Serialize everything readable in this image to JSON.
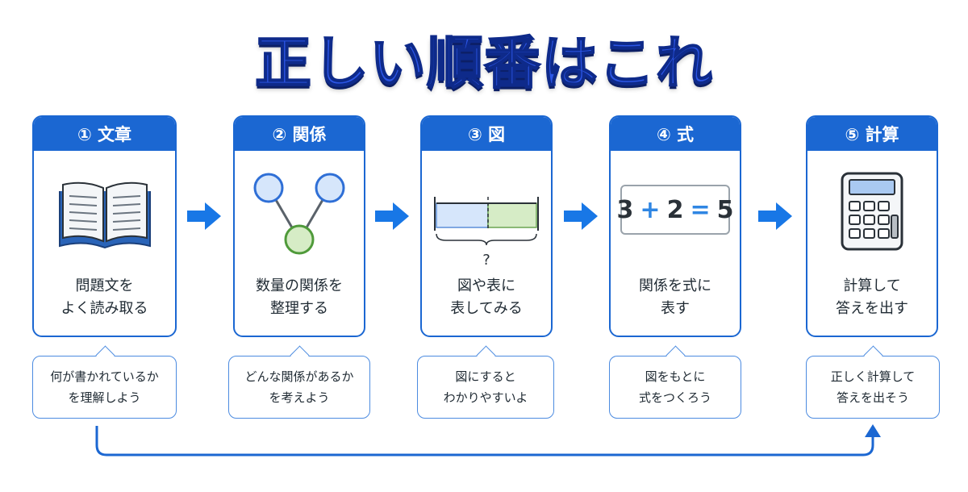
{
  "title": "正しい順番はこれ",
  "steps": [
    {
      "header": "① 文章",
      "desc": [
        "問題文を",
        "よく読み取る"
      ],
      "tip": [
        "何が書かれているか",
        "を理解しよう"
      ],
      "icon": "book-icon"
    },
    {
      "header": "② 関係",
      "desc": [
        "数量の関係を",
        "整理する"
      ],
      "tip": [
        "どんな関係があるか",
        "を考えよう"
      ],
      "icon": "relation-nodes-icon"
    },
    {
      "header": "③ 図",
      "desc": [
        "図や表に",
        "表してみる"
      ],
      "tip": [
        "図にすると",
        "わかりやすいよ"
      ],
      "icon": "tape-diagram-icon",
      "diagram_label": "?"
    },
    {
      "header": "④ 式",
      "desc": [
        "関係を式に",
        "表す"
      ],
      "tip": [
        "図をもとに",
        "式をつくろう"
      ],
      "icon": "equation-icon",
      "equation": {
        "a": "3",
        "op": "+",
        "b": "2",
        "eq": "=",
        "result": "5"
      }
    },
    {
      "header": "⑤ 計算",
      "desc": [
        "計算して",
        "答えを出す"
      ],
      "tip": [
        "正しく計算して",
        "答えを出そう"
      ],
      "icon": "calculator-icon"
    }
  ],
  "colors": {
    "primary": "#1b67d2",
    "title": "#2c56e6",
    "node_blue": "#d6e6fb",
    "node_green": "#d6ecc6",
    "arrow": "#1877e6"
  }
}
